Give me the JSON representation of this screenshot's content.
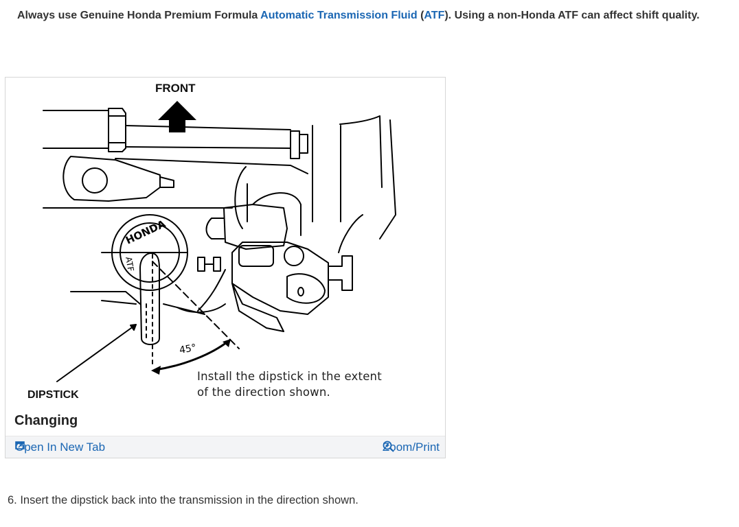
{
  "intro": {
    "prefix": "Always use Genuine Honda Premium Formula ",
    "link_text": "Automatic Transmission Fluid",
    "middle": " (",
    "abbr_text": "ATF",
    "suffix": "). Using a non-Honda ATF can affect shift quality."
  },
  "figure": {
    "front_label": "FRONT",
    "dipstick_label": "DIPSTICK",
    "instruction_line1": "Install the dipstick in the extent",
    "instruction_line2": "of the direction shown.",
    "angle_label": "45°",
    "cap_text_honda": "HONDA",
    "cap_text_atf": "ATF",
    "caption": "Changing",
    "open_tab_label": "Open In New Tab",
    "zoom_label": "Zoom/Print"
  },
  "step_text": "6. Insert the dipstick back into the transmission in the direction shown.",
  "colors": {
    "link": "#1a66b3",
    "text": "#333333"
  },
  "icons": [
    "open-tab-icon",
    "zoom-icon"
  ]
}
